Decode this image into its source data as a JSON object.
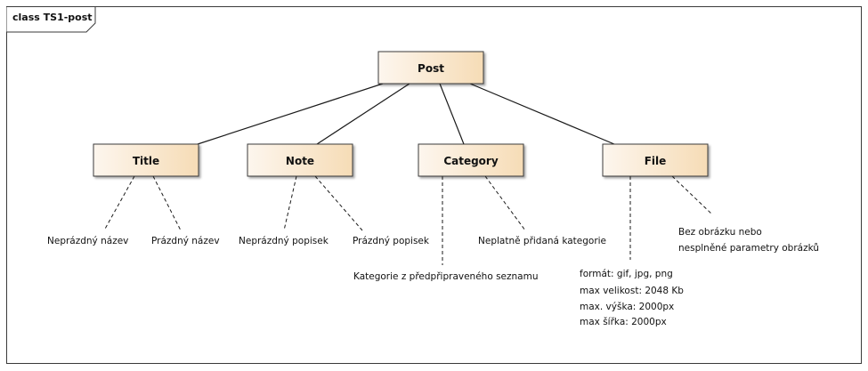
{
  "frame": {
    "title": "class TS1-post"
  },
  "nodes": {
    "post": "Post",
    "title": "Title",
    "note": "Note",
    "category": "Category",
    "file": "File"
  },
  "notes": {
    "title_nonempty": "Neprázdný název",
    "title_empty": "Prázdný název",
    "note_nonempty": "Neprázdný popisek",
    "note_empty": "Prázdný popisek",
    "category_list": "Kategorie z předpřipraveného seznamu",
    "category_invalid": "Neplatně přidaná kategorie",
    "file_format": "formát: gif, jpg, png",
    "file_max_size": "max velikost: 2048 Kb",
    "file_max_height": "max. výška: 2000px",
    "file_max_width": "max šířka: 2000px",
    "file_no_image_1": "Bez obrázku nebo",
    "file_no_image_2": "nesplněné parametry obrázků"
  },
  "colors": {
    "node_gradient_start": "#fdf6ee",
    "node_gradient_end": "#f6dcb6",
    "node_border": "#3a3a3a",
    "line": "#1a1a1a"
  }
}
